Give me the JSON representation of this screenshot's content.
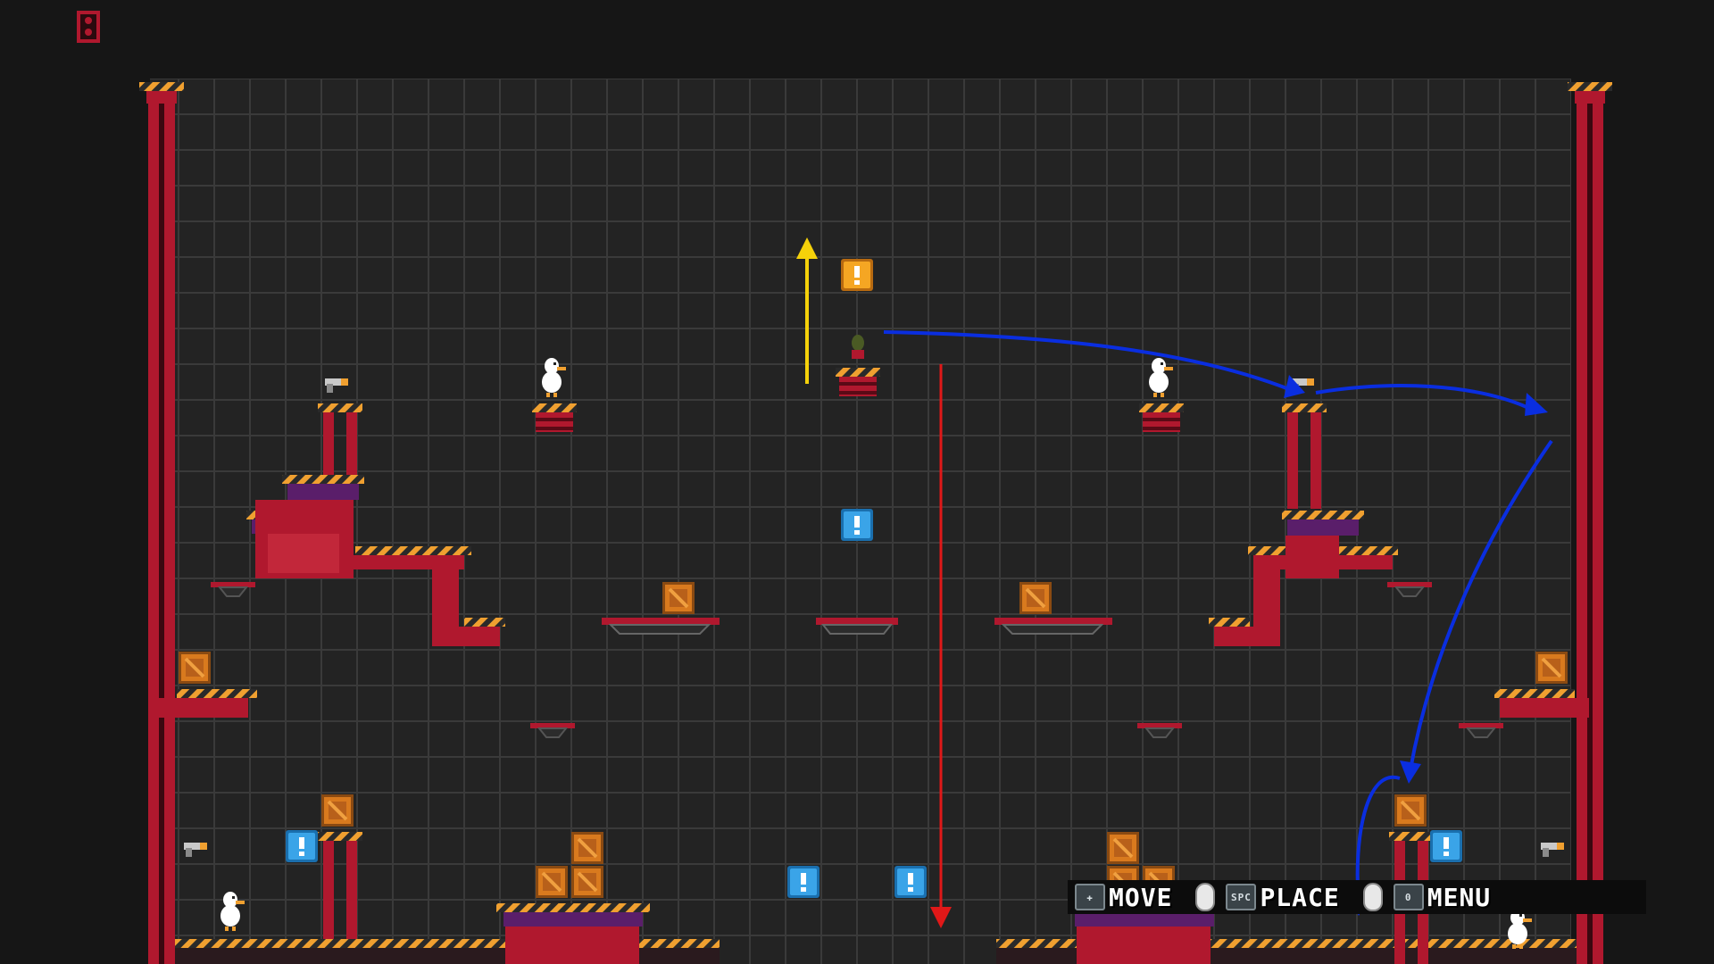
{
  "hud": {
    "move_label": "MOVE",
    "place_label": "PLACE",
    "menu_label": "MENU",
    "space_key": "SPC",
    "menu_key": "0"
  },
  "colors": {
    "background": "#161616",
    "grid_fill": "#232323",
    "grid_line": "#3a3a3a",
    "pillar_red": "#b0182e",
    "hazard_orange": "#f0a030",
    "crate_orange": "#d97a1e",
    "block_blue": "#3aa4e8",
    "arrow_yellow": "#f5d10a",
    "arrow_red": "#e01818",
    "arrow_blue": "#0a2ee0"
  },
  "icons": [
    "map-exit-icon",
    "dpad-icon",
    "mouse-left-icon",
    "mouse-right-icon",
    "space-key-icon",
    "zero-key-icon",
    "exclamation-icon",
    "crate-icon",
    "duck-icon",
    "gun-icon",
    "grenade-icon"
  ]
}
